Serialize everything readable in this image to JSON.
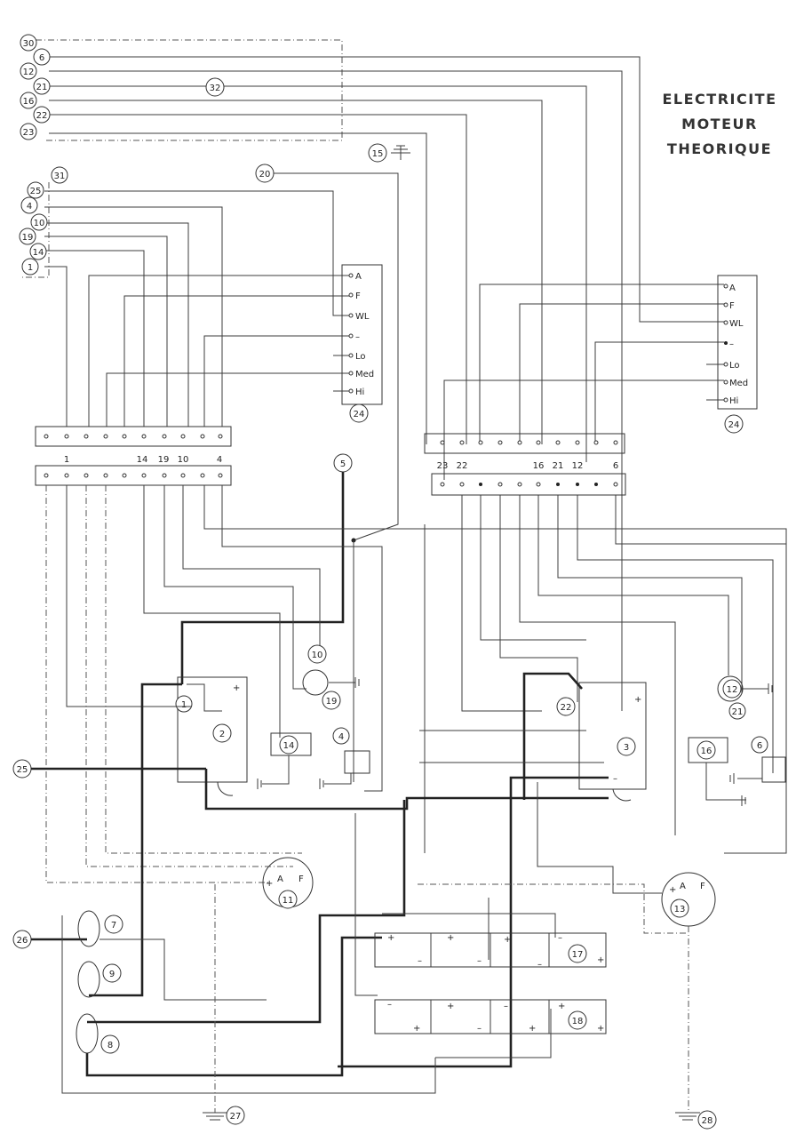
{
  "title": {
    "line1": "ELECTRICITE",
    "line2": "MOTEUR",
    "line3": "THEORIQUE"
  },
  "left_cable_top": [
    "30",
    "6",
    "12",
    "21",
    "16",
    "22",
    "23"
  ],
  "left_cable_bottom": [
    "31",
    "25",
    "4",
    "10",
    "19",
    "14",
    "1"
  ],
  "harness_label": "32",
  "junction_labels": [
    "20",
    "15",
    "5",
    "25",
    "26",
    "27",
    "28"
  ],
  "panel_terminals": [
    "A",
    "F",
    "WL",
    "–",
    "Lo",
    "Med",
    "Hi"
  ],
  "panel_label": "24",
  "left_strip_labels": [
    "1",
    "14",
    "19",
    "10",
    "4"
  ],
  "right_strip_labels": [
    "23",
    "22",
    "16",
    "21",
    "12",
    "6"
  ],
  "component_labels": {
    "c1": "1",
    "c2": "2",
    "c3": "3",
    "c4": "4",
    "c6": "6",
    "c7": "7",
    "c8": "8",
    "c9": "9",
    "c10": "10",
    "c11": "11",
    "c12": "12",
    "c13": "13",
    "c14": "14",
    "c16": "16",
    "c17": "17",
    "c18": "18",
    "c19": "19",
    "c21": "21",
    "c22": "22"
  },
  "polarity": {
    "plus": "+",
    "minus": "–",
    "a": "A",
    "f": "F"
  }
}
